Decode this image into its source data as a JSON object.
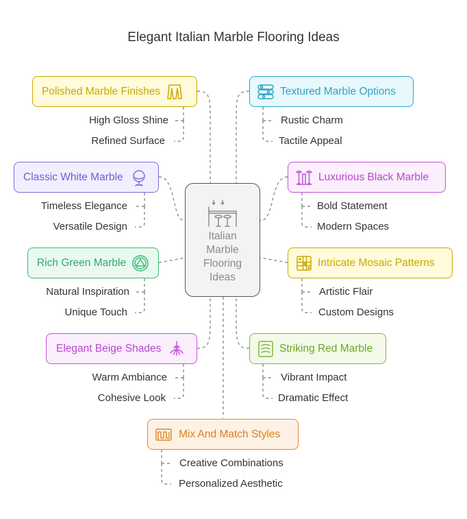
{
  "title": "Elegant Italian Marble Flooring Ideas",
  "center": {
    "label": "Italian\nMarble\nFlooring\nIdeas",
    "icon": "bar-counter-icon"
  },
  "branches": [
    {
      "id": "polished",
      "label": "Polished Marble Finishes",
      "icon": "panels-icon",
      "color": "#c9a800",
      "fill": "#fffbdb",
      "text_color": "#c9a800",
      "items": [
        "High Gloss Shine",
        "Refined Surface"
      ]
    },
    {
      "id": "textured",
      "label": "Textured Marble Options",
      "icon": "toggles-icon",
      "color": "#2aa6c6",
      "fill": "#e8f8fc",
      "text_color": "#2aa6c6",
      "items": [
        "Rustic Charm",
        "Tactile Appeal"
      ]
    },
    {
      "id": "white",
      "label": "Classic White Marble",
      "icon": "chair-icon",
      "color": "#7b6bd6",
      "fill": "#f1efff",
      "text_color": "#6d5fd0",
      "items": [
        "Timeless Elegance",
        "Versatile Design"
      ]
    },
    {
      "id": "black",
      "label": "Luxurious Black Marble",
      "icon": "pillars-icon",
      "color": "#c152d6",
      "fill": "#fbeefd",
      "text_color": "#b548cc",
      "items": [
        "Bold Statement",
        "Modern Spaces"
      ]
    },
    {
      "id": "green",
      "label": "Rich Green Marble",
      "icon": "triangle-circle-icon",
      "color": "#3cb878",
      "fill": "#e9f9f0",
      "text_color": "#2faa6a",
      "items": [
        "Natural Inspiration",
        "Unique Touch"
      ]
    },
    {
      "id": "mosaic",
      "label": "Intricate Mosaic Patterns",
      "icon": "mosaic-icon",
      "color": "#c9a800",
      "fill": "#fffbdb",
      "text_color": "#c9a800",
      "items": [
        "Artistic Flair",
        "Custom Designs"
      ]
    },
    {
      "id": "beige",
      "label": "Elegant Beige Shades",
      "icon": "chandelier-icon",
      "color": "#c152d6",
      "fill": "#fbeefd",
      "text_color": "#b548cc",
      "items": [
        "Warm Ambiance",
        "Cohesive Look"
      ]
    },
    {
      "id": "red",
      "label": "Striking Red Marble",
      "icon": "layered-icon",
      "color": "#7db83a",
      "fill": "#f3fae9",
      "text_color": "#6aa52a",
      "items": [
        "Vibrant Impact",
        "Dramatic Effect"
      ]
    },
    {
      "id": "mix",
      "label": "Mix And Match Styles",
      "icon": "pattern-icon",
      "color": "#e08a2e",
      "fill": "#fdf1e4",
      "text_color": "#d9801e",
      "items": [
        "Creative Combinations",
        "Personalized Aesthetic"
      ]
    }
  ]
}
